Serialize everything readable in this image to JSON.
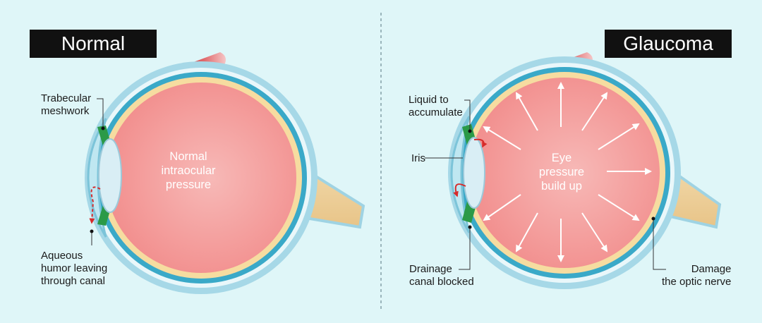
{
  "panels": {
    "normal": {
      "title": "Normal",
      "center_text": [
        "Normal",
        "intraocular",
        "pressure"
      ],
      "labels": {
        "trabecular": [
          "Trabecular",
          "meshwork"
        ],
        "aqueous": [
          "Aqueous",
          "humor leaving",
          "through canal"
        ]
      }
    },
    "glaucoma": {
      "title": "Glaucoma",
      "center_text": [
        "Eye",
        "pressure",
        "build up"
      ],
      "labels": {
        "liquid": [
          "Liquid to",
          "accumulate"
        ],
        "iris": [
          "Iris"
        ],
        "drainage": [
          "Drainage",
          "canal blocked"
        ],
        "damage": [
          "Damage",
          "the optic nerve"
        ]
      }
    }
  },
  "colors": {
    "background": "#dff6f8",
    "sclera_outer": "#9fd3e3",
    "choroid": "#3aa9c8",
    "retina_yellow": "#f6dca0",
    "vitreous": "#f6a4a3",
    "optic_nerve": "#f2d7a5",
    "muscle": "#d84f4f",
    "iris_green": "#2b9a48",
    "title_box": "#111111"
  }
}
